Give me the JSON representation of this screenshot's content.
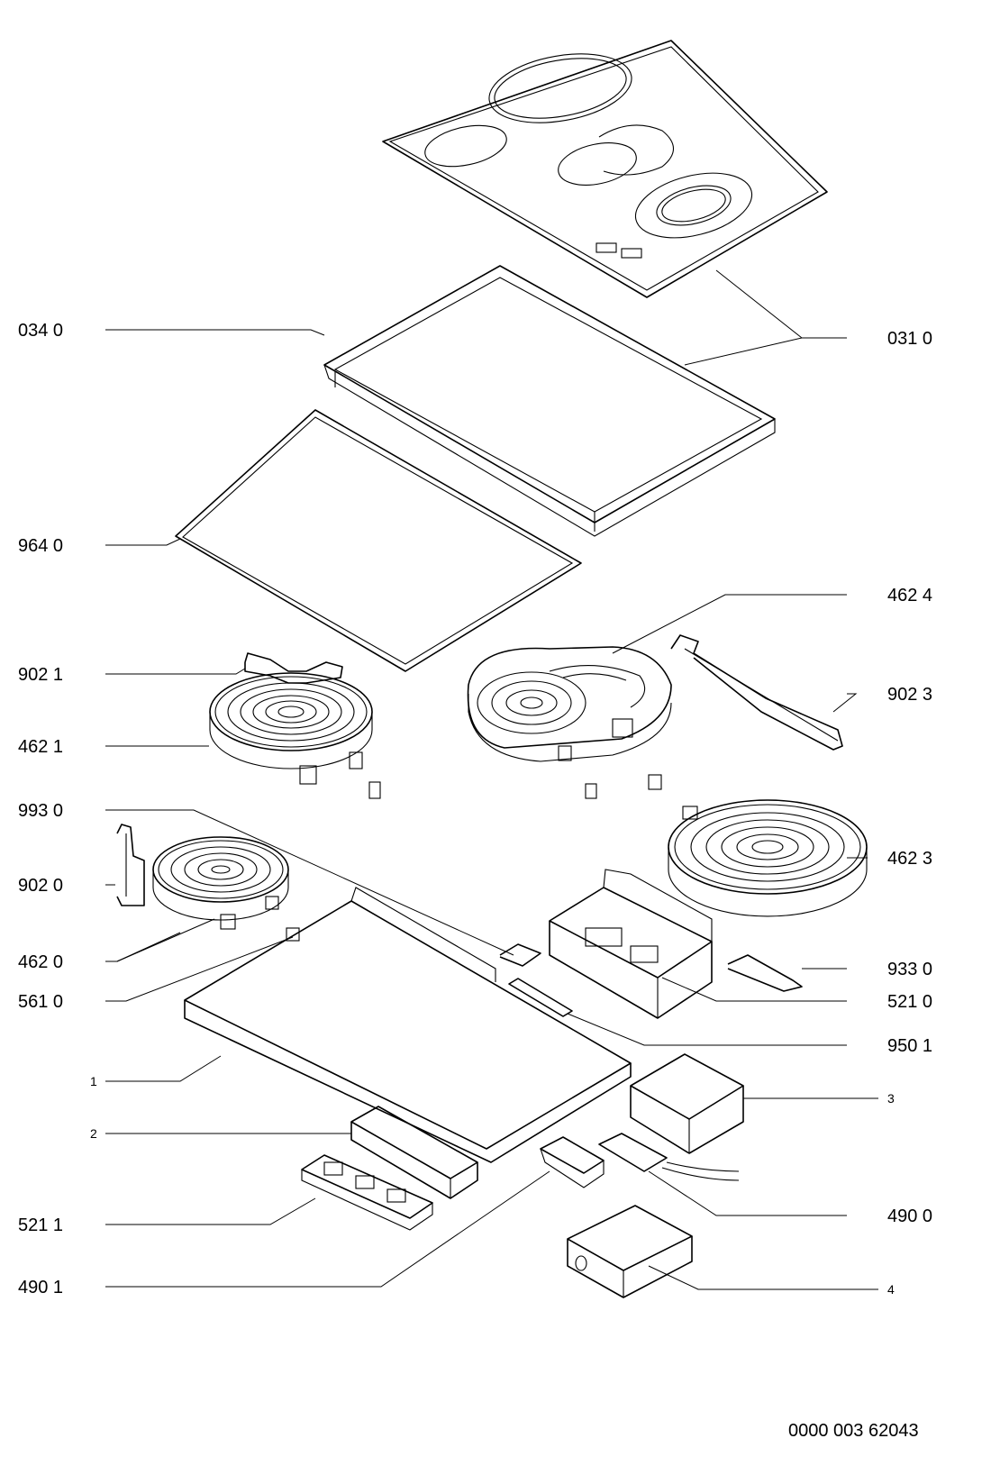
{
  "labels": {
    "l0340": "034 0",
    "l0310": "031 0",
    "l9640": "964 0",
    "l4624": "462 4",
    "l9021": "902 1",
    "l9023": "902 3",
    "l4621": "462 1",
    "l9930": "993 0",
    "l4623": "462 3",
    "l9020": "902 0",
    "l4620": "462 0",
    "l9330": "933 0",
    "l5610": "561 0",
    "l5210": "521 0",
    "l9501": "950 1",
    "l1": "1",
    "l3": "3",
    "l2": "2",
    "l5211": "521 1",
    "l4900": "490 0",
    "l4901": "490 1",
    "l4": "4"
  },
  "document_number": "0000 003 62043"
}
